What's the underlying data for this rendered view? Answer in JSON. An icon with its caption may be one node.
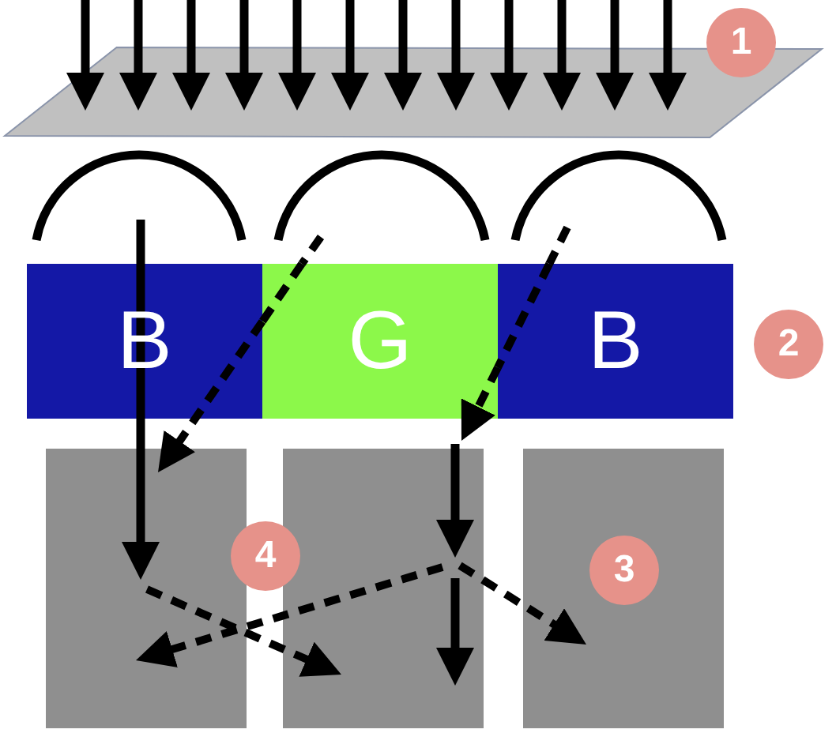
{
  "diagram": {
    "nodes": [
      {
        "text": [],
        "shape": "parallelogram"
      },
      {
        "text": [],
        "shape": "arc"
      },
      {
        "text": [],
        "shape": "arc"
      },
      {
        "text": [],
        "shape": "arc"
      },
      {
        "text": [
          "B"
        ]
      },
      {
        "text": [
          "G"
        ]
      },
      {
        "text": [
          "B"
        ]
      },
      {
        "text": [],
        "shape": "box"
      },
      {
        "text": [],
        "shape": "box"
      },
      {
        "text": [],
        "shape": "box"
      }
    ],
    "edges": [
      {
        "from": null,
        "to": 0,
        "arrow": "to"
      },
      {
        "from": null,
        "to": 0,
        "arrow": "to"
      },
      {
        "from": null,
        "to": 0,
        "arrow": "to"
      },
      {
        "from": null,
        "to": 0,
        "arrow": "to"
      },
      {
        "from": null,
        "to": 0,
        "arrow": "to"
      },
      {
        "from": null,
        "to": 0,
        "arrow": "to"
      },
      {
        "from": null,
        "to": 0,
        "arrow": "to"
      },
      {
        "from": null,
        "to": 0,
        "arrow": "to"
      },
      {
        "from": null,
        "to": 0,
        "arrow": "to"
      },
      {
        "from": null,
        "to": 0,
        "arrow": "to"
      },
      {
        "from": null,
        "to": 0,
        "arrow": "to"
      },
      {
        "from": null,
        "to": 0,
        "arrow": "to"
      },
      {
        "from": 1,
        "to": 4,
        "arrow": "none"
      },
      {
        "from": 4,
        "to": 7,
        "arrow": "to"
      },
      {
        "from": 2,
        "to": 5,
        "arrow": "none",
        "style": "dashed"
      },
      {
        "from": 5,
        "to": 4,
        "arrow": "none",
        "style": "dashed"
      },
      {
        "from": 4,
        "to": 7,
        "arrow": "to",
        "style": "dashed"
      },
      {
        "from": 3,
        "to": 6,
        "arrow": "none",
        "style": "dashed"
      },
      {
        "from": 6,
        "to": 5,
        "arrow": "none",
        "style": "dashed"
      },
      {
        "from": 5,
        "to": 8,
        "arrow": "to",
        "style": "dashed"
      },
      {
        "from": null,
        "to": 8,
        "arrow": "to"
      },
      {
        "from": 7,
        "to": 8,
        "arrow": "to",
        "style": "dashed"
      },
      {
        "from": 8,
        "to": 7,
        "arrow": "to",
        "style": "dashed"
      },
      {
        "from": 8,
        "to": 9,
        "arrow": "to",
        "style": "dashed"
      },
      {
        "from": null,
        "to": 8,
        "arrow": "to"
      }
    ],
    "labels": [
      "1",
      "2",
      "4",
      "3"
    ]
  }
}
